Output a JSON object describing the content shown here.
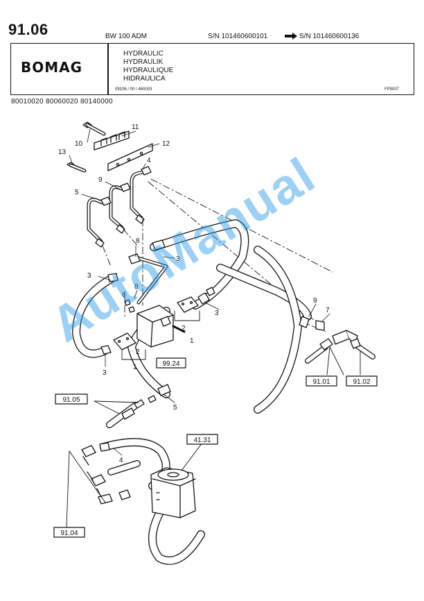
{
  "header": {
    "page_number": "91.06",
    "model": "BW 100 ADM",
    "serial_from": "S/N 101460600101",
    "serial_to": "S/N 101460600136",
    "logo": "BOMAG",
    "languages": [
      "HYDRAULIC",
      "HYDRAULIK",
      "HYDRAULIQUE",
      "HIDRAULICA"
    ],
    "doc_code": "09106 / 00 / 460003",
    "fig_code": "FP9007"
  },
  "part_numbers": "80010020  80060020  80140000",
  "callouts": {
    "c10": "10",
    "c11": "11",
    "c12": "12",
    "c13": "13",
    "c4a": "4",
    "c9a": "9",
    "c5a": "5",
    "c8a": "8",
    "c3a": "3",
    "c3b": "3",
    "c8b": "8",
    "c6": "6",
    "c2a": "2",
    "c1a": "1",
    "c3c": "3",
    "c2b": "2",
    "c1b": "1",
    "c3d": "3",
    "c9b": "9",
    "c7": "7",
    "c5b": "5",
    "c4b": "4"
  },
  "refs": {
    "r9924": "99.24",
    "r9101": "91.01",
    "r9102": "91.02",
    "r9105": "91.05",
    "r4131": "41.31",
    "r9104": "91.04"
  },
  "watermark": "AutoManual"
}
